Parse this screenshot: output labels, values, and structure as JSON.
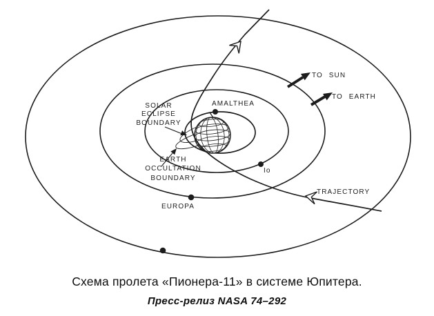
{
  "diagram": {
    "labels": {
      "solar_eclipse_boundary": [
        "SOLAR",
        "ECLIPSE",
        "BOUNDARY"
      ],
      "amalthea": "AMALTHEA",
      "to_sun": "TO SUN",
      "to_earth": "TO EARTH",
      "earth_occultation_boundary": [
        "EARTH",
        "OCCULTATION",
        "BOUNDARY"
      ],
      "io": "Io",
      "europa": "EUROPA",
      "trajectory": "TRAJECTORY"
    }
  },
  "caption": {
    "title": "Схема пролета «Пионера-11» в системе Юпитера.",
    "source": "Пресс-релиз NASA 74–292"
  },
  "colors": {
    "ink": "#1c1c1c",
    "paper": "#ffffff"
  }
}
